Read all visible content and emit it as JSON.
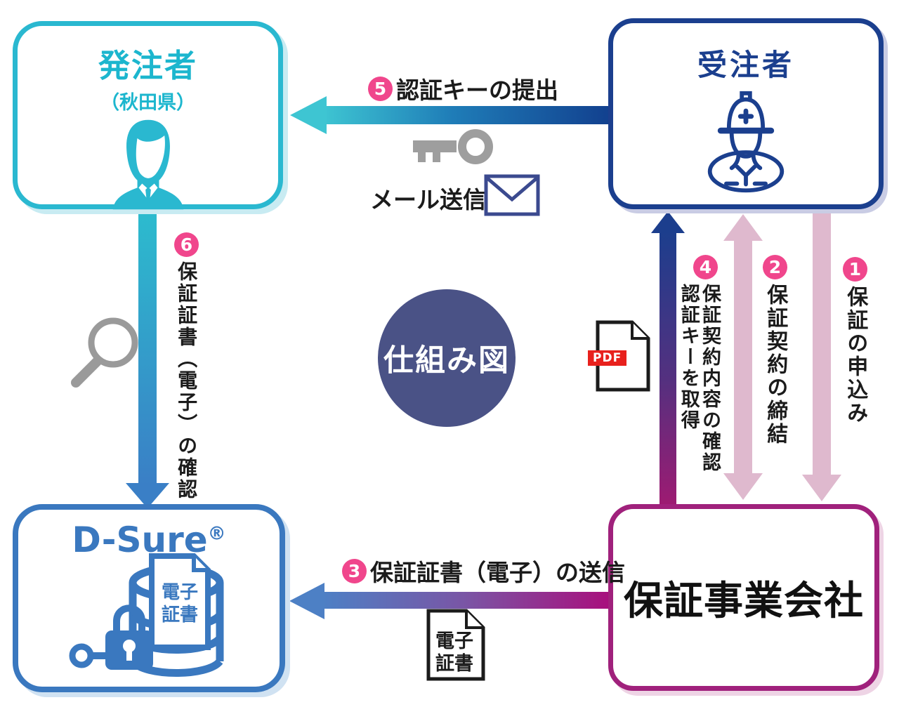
{
  "title": "仕組み図",
  "boxes": {
    "orderer": {
      "title": "発注者",
      "subtitle": "（秋田県）"
    },
    "contractor": {
      "title": "受注者"
    },
    "dsure": {
      "name": "D-Sure",
      "reg_mark": "®"
    },
    "guarantor": {
      "title": "保証事業会社"
    }
  },
  "steps": [
    {
      "num": "1",
      "label": "保証の申込み"
    },
    {
      "num": "2",
      "label": "保証契約の締結"
    },
    {
      "num": "3",
      "label": "保証証書（電子）の送信"
    },
    {
      "num": "4",
      "label_line1": "保証契約内容の確認",
      "label_line2": "認証キーを取得"
    },
    {
      "num": "5",
      "label": "認証キーの提出"
    },
    {
      "num": "6",
      "label": "保証証書（電子）の確認"
    }
  ],
  "annotations": {
    "mail": "メール送信",
    "pdf_badge": "PDF",
    "electronic_certificate": {
      "line1": "電子",
      "line2": "証書"
    }
  },
  "icons": [
    "person-icon",
    "construction-worker-icon",
    "key-icon",
    "envelope-icon",
    "magnifier-icon",
    "pdf-document-icon",
    "electronic-certificate-document-icon",
    "database-certificate-lock-key-icon"
  ],
  "colors": {
    "orderer_accent": "#2ab8d0",
    "contractor_accent": "#1b3f8e",
    "dsure_accent": "#3a78bf",
    "guarantor_accent": "#a0217c",
    "step_badge_pink": "#f0468c",
    "light_pink_arrow": "#dfb9ce",
    "arrow5_gradient": [
      "#3ec5d2",
      "#12418f"
    ],
    "arrow6_gradient": [
      "#2cbcce",
      "#3a7fc6"
    ],
    "arrow3_gradient": [
      "#4d80c5",
      "#a8107d"
    ],
    "arrow4_gradient": [
      "#1c3e8d",
      "#9d1b72"
    ],
    "center_circle": "#4a5286",
    "text_black": "#1b1b1b",
    "icon_gray": "#9a9a9a",
    "pdf_red": "#e8211d"
  }
}
